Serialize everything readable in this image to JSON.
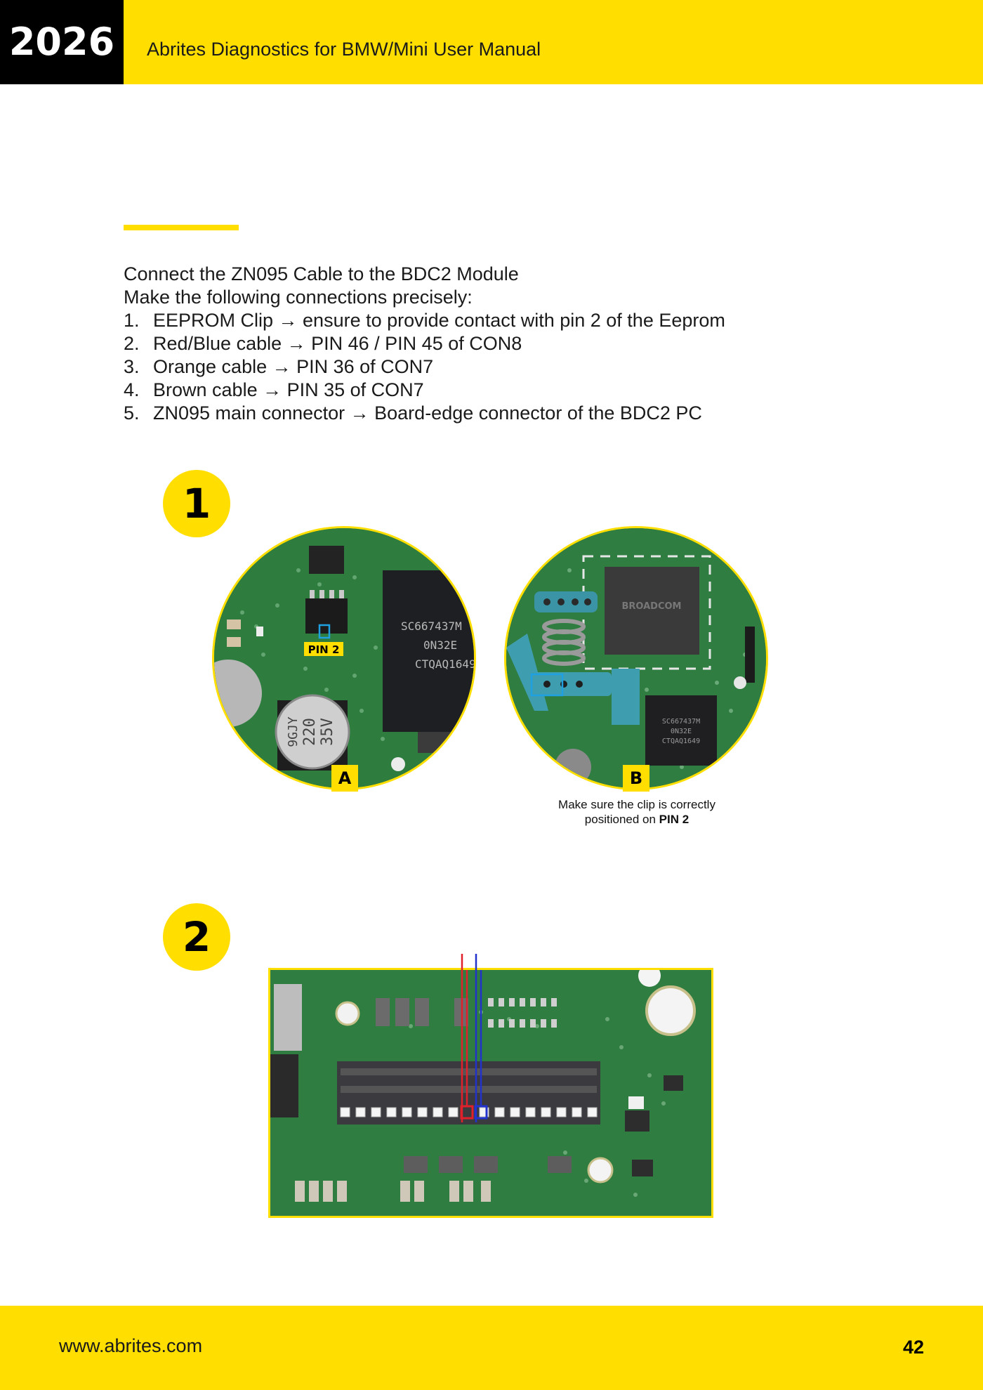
{
  "header": {
    "year": "2026",
    "title": "Abrites Diagnostics for BMW/Mini User Manual"
  },
  "intro": {
    "line1": "Connect the ZN095 Cable to the BDC2 Module",
    "line2": "Make the following connections precisely:",
    "steps": [
      {
        "num": "1.",
        "text": "EEPROM Clip → ensure to provide contact with pin 2 of the Eeprom"
      },
      {
        "num": "2.",
        "text": "Red/Blue cable → PIN 46 / PIN 45 of CON8"
      },
      {
        "num": "3.",
        "text": "Orange cable → PIN 36 of CON7"
      },
      {
        "num": "4.",
        "text": "Brown cable → PIN 35 of CON7"
      },
      {
        "num": "5.",
        "text": "ZN095 main connector → Board-edge connector of the BDC2 PC"
      }
    ]
  },
  "section1": {
    "badge": "1",
    "photo_a": {
      "tag": "A",
      "pin_label": "PIN 2",
      "chip_lines": [
        "SC667437M",
        "0N32E",
        "CTQAQ1649"
      ],
      "cap_lines": [
        "9GJY",
        "220",
        "35V"
      ]
    },
    "photo_b": {
      "tag": "B",
      "chip_brand": "BROADCOM",
      "chip_lines": [
        "SC667437M",
        "0N32E",
        "CTQAQ1649"
      ]
    },
    "caption_line1": "Make sure the clip is correctly",
    "caption_prefix": "positioned on ",
    "caption_bold": "PIN 2"
  },
  "section2": {
    "badge": "2",
    "wire_colors": {
      "red": "#e0202a",
      "blue": "#2233cc"
    }
  },
  "footer": {
    "url": "www.abrites.com",
    "page": "42"
  },
  "colors": {
    "accent": "#ffde00",
    "black": "#000000",
    "pcb_green": "#2f7d40"
  }
}
